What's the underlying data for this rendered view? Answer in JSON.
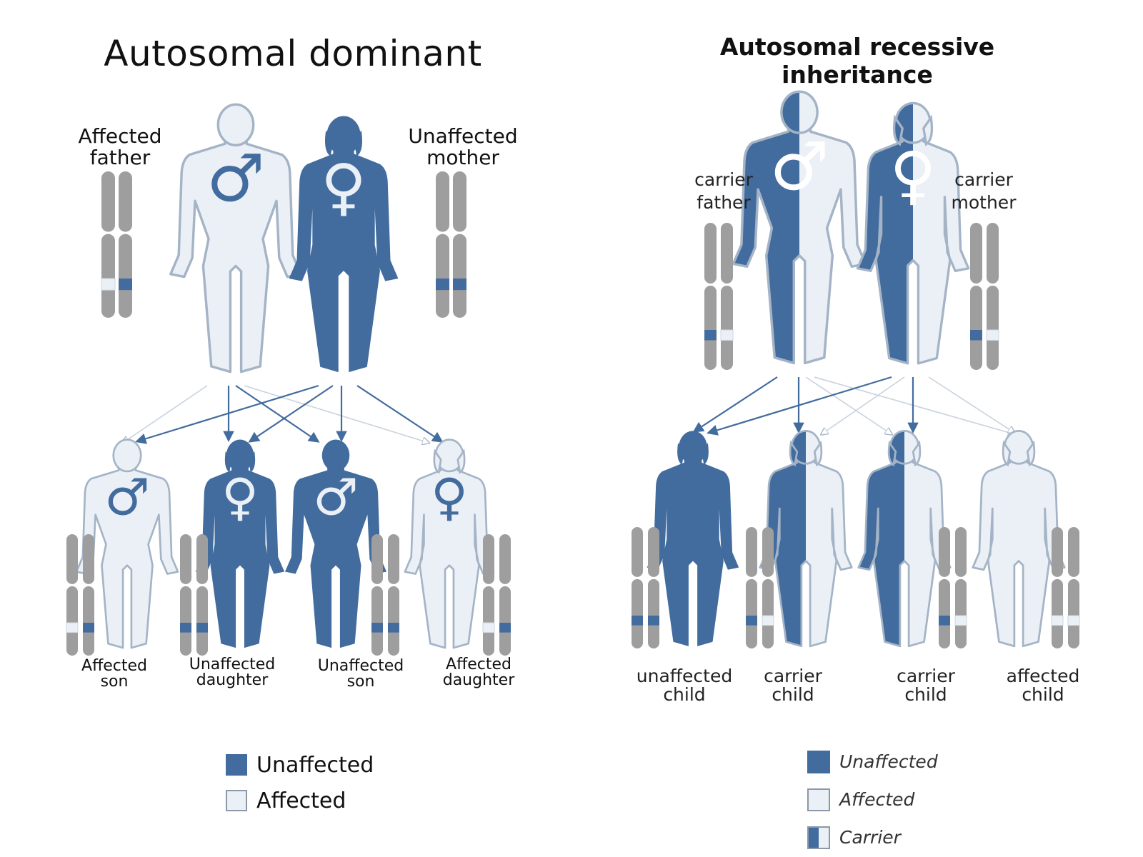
{
  "colors": {
    "blue": "#426b9e",
    "light": "#ebf0f6",
    "outline": "#a4b4c6",
    "chromosome": "#9e9e9e"
  },
  "dominant": {
    "title": "Autosomal dominant",
    "parents": [
      {
        "label": "Affected\nfather",
        "sex": "male",
        "status": "affected",
        "symbol": "♂"
      },
      {
        "label": "Unaffected\nmother",
        "sex": "female",
        "status": "unaffected",
        "symbol": "♀"
      }
    ],
    "children": [
      {
        "label": "Affected\nson",
        "sex": "male",
        "status": "affected",
        "symbol": "♂"
      },
      {
        "label": "Unaffected\ndaughter",
        "sex": "female",
        "status": "unaffected",
        "symbol": "♀"
      },
      {
        "label": "Unaffected\nson",
        "sex": "male",
        "status": "unaffected",
        "symbol": "♂"
      },
      {
        "label": "Affected\ndaughter",
        "sex": "female",
        "status": "affected",
        "symbol": "♀"
      }
    ],
    "legend": [
      {
        "label": "Unaffected",
        "swatch": "unaffected"
      },
      {
        "label": "Affected",
        "swatch": "affected"
      }
    ]
  },
  "recessive": {
    "title": "Autosomal recessive inheritance",
    "parents": [
      {
        "label": "carrier\nfather",
        "sex": "male",
        "status": "carrier",
        "symbol": "♂"
      },
      {
        "label": "carrier\nmother",
        "sex": "female",
        "status": "carrier",
        "symbol": "♀"
      }
    ],
    "children": [
      {
        "label": "unaffected\nchild",
        "status": "unaffected"
      },
      {
        "label": "carrier\nchild",
        "status": "carrier"
      },
      {
        "label": "carrier\nchild",
        "status": "carrier"
      },
      {
        "label": "affected\nchild",
        "status": "affected"
      }
    ],
    "legend": [
      {
        "label": "Unaffected",
        "swatch": "unaffected"
      },
      {
        "label": "Affected",
        "swatch": "affected"
      },
      {
        "label": "Carrier",
        "swatch": "carrier"
      }
    ]
  }
}
